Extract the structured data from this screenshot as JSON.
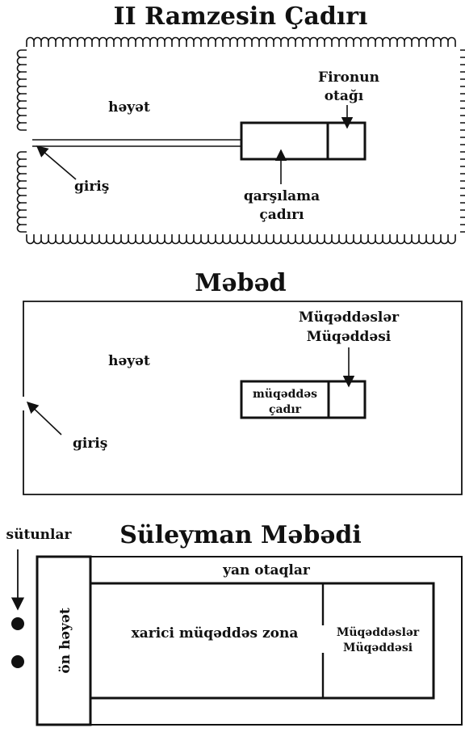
{
  "diagram1": {
    "title": "II Ramzesin Çadırı",
    "courtyard": "həyət",
    "pharaoh_room_line1": "Fironun",
    "pharaoh_room_line2": "otağı",
    "entrance": "giriş",
    "reception_line1": "qarşılama",
    "reception_line2": "çadırı"
  },
  "diagram2": {
    "title": "Məbəd",
    "holy_of_holies_line1": "Müqəddəslər",
    "holy_of_holies_line2": "Müqəddəsi",
    "courtyard": "həyət",
    "holy_tent_line1": "müqəddəs",
    "holy_tent_line2": "çadır",
    "entrance": "giriş"
  },
  "diagram3": {
    "columns": "sütunlar",
    "title": "Süleyman Məbədi",
    "side_rooms": "yan otaqlar",
    "porch": "ön həyət",
    "outer_holy_zone": "xarici müqəddəs zona",
    "holy_of_holies_line1": "Müqəddəslər",
    "holy_of_holies_line2": "Müqəddəsi"
  },
  "colors": {
    "ink": "#111111",
    "paper": "#ffffff"
  }
}
